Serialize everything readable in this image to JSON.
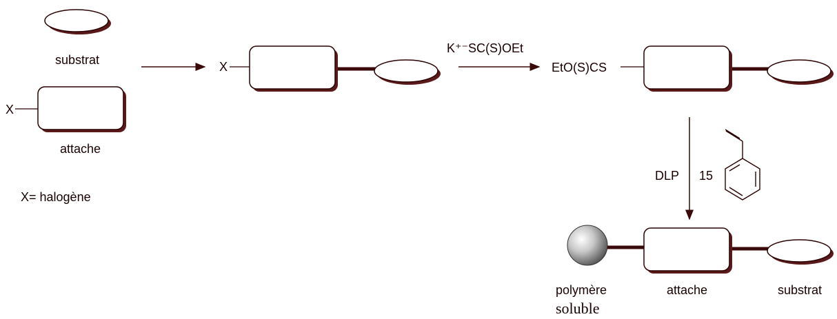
{
  "labels": {
    "substrat_top": "substrat",
    "attache_left": "attache",
    "x_left": "X",
    "x_def": "X= halogène",
    "x_mid": "X",
    "reagent": "K⁺⁻SC(S)OEt",
    "eto_group": "EtO(S)CS",
    "dlp": "DLP",
    "num15": "15",
    "polymere_line1": "polymère",
    "polymere_line2": "soluble",
    "attache_bottom": "attache",
    "substrat_bottom": "substrat"
  },
  "colors": {
    "stroke": "#2a0000",
    "shadow": "#5a1a1a",
    "bond": "#3a0a0a"
  }
}
